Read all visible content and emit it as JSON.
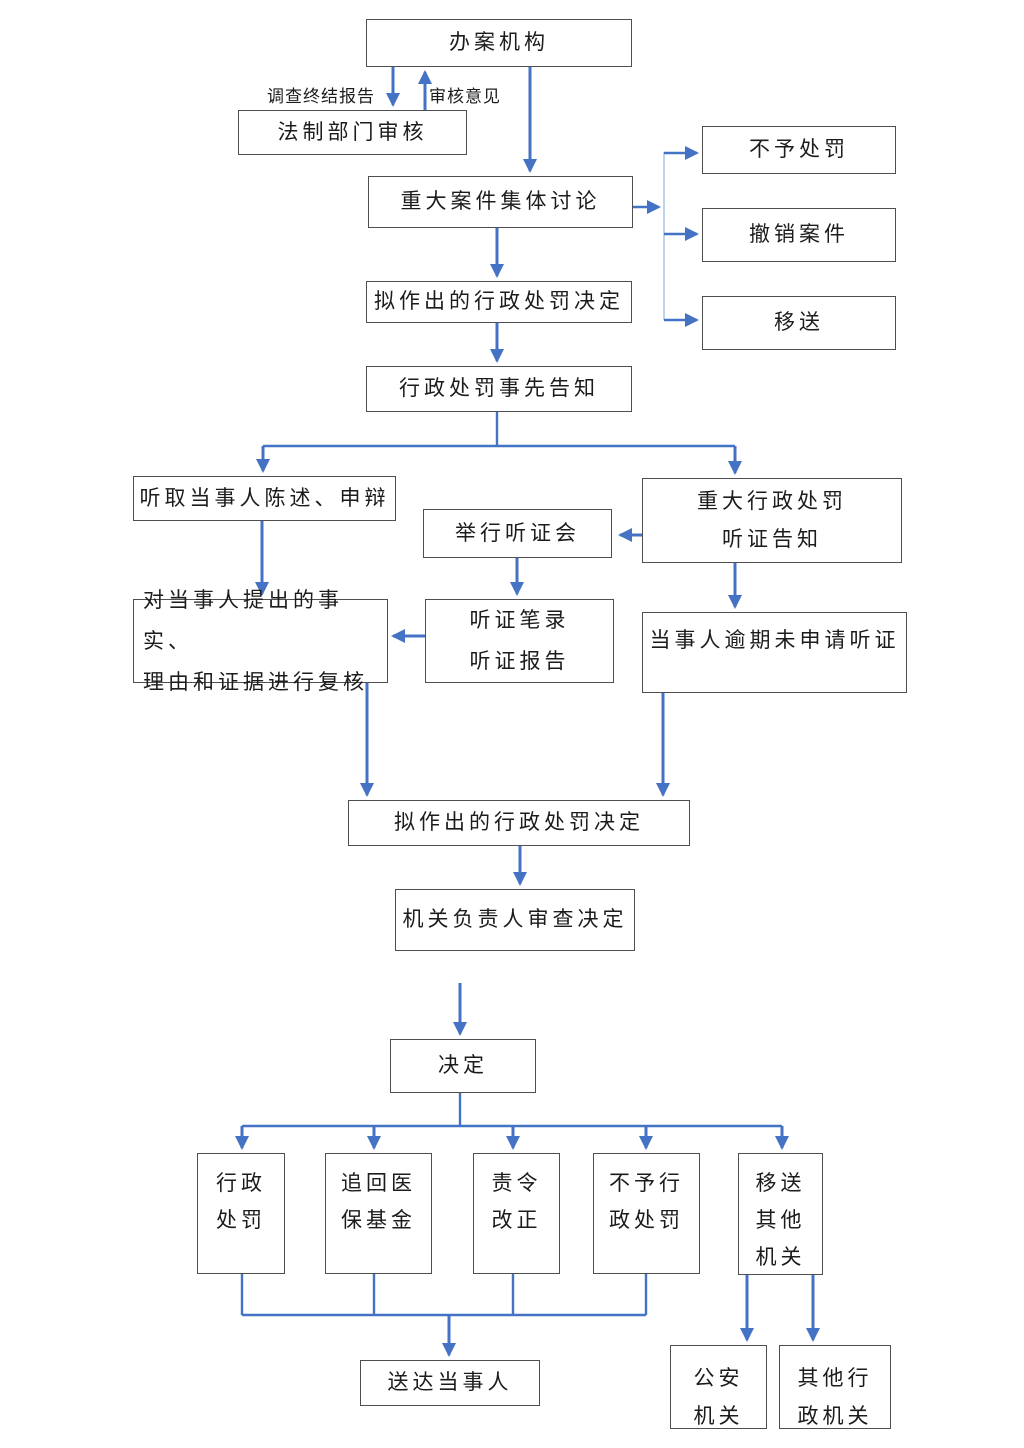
{
  "diagram": {
    "nodes": {
      "case_org": {
        "label": "办案机构"
      },
      "legal_dept": {
        "label": "法制部门审核"
      },
      "major_discuss": {
        "label": "重大案件集体讨论"
      },
      "no_penalty": {
        "label": "不予处罚"
      },
      "revoke_case": {
        "label": "撤销案件"
      },
      "transfer": {
        "label": "移送"
      },
      "draft_decision1": {
        "label": "拟作出的行政处罚决定"
      },
      "prior_notice": {
        "label": "行政处罚事先告知"
      },
      "hear_statement": {
        "label": "听取当事人陈述、申辩"
      },
      "hold_hearing": {
        "label": "举行听证会"
      },
      "major_notice": {
        "label": "重大行政处罚\n听证告知"
      },
      "review_facts": {
        "label": "对当事人提出的事实、\n理由和证据进行复核"
      },
      "hearing_record": {
        "label": "听证笔录\n听证报告"
      },
      "overdue": {
        "label": "当事人逾期未申请听证"
      },
      "draft_decision2": {
        "label": "拟作出的行政处罚决定"
      },
      "head_review": {
        "label": "机关负责人审查决定"
      },
      "decision": {
        "label": "决定"
      },
      "admin_penalty": {
        "label": "行政\n处罚"
      },
      "recover_fund": {
        "label": "追回医\n保基金"
      },
      "order_correct": {
        "label": "责令\n改正"
      },
      "no_admin_penalty": {
        "label": "不予行\n政处罚"
      },
      "transfer_other": {
        "label": "移送\n其他\n机关"
      },
      "serve_party": {
        "label": "送达当事人"
      },
      "police_org": {
        "label": "公安\n机关"
      },
      "other_admin_org": {
        "label": "其他行\n政机关"
      }
    },
    "edge_labels": {
      "investigation_report": "调查终结报告",
      "review_opinion": "审核意见"
    },
    "colors": {
      "arrow": "#4472C4",
      "light_connector": "#AEC8EA",
      "box_border": "#4f4f4f",
      "text": "#1c1c1c",
      "background": "#ffffff"
    }
  }
}
